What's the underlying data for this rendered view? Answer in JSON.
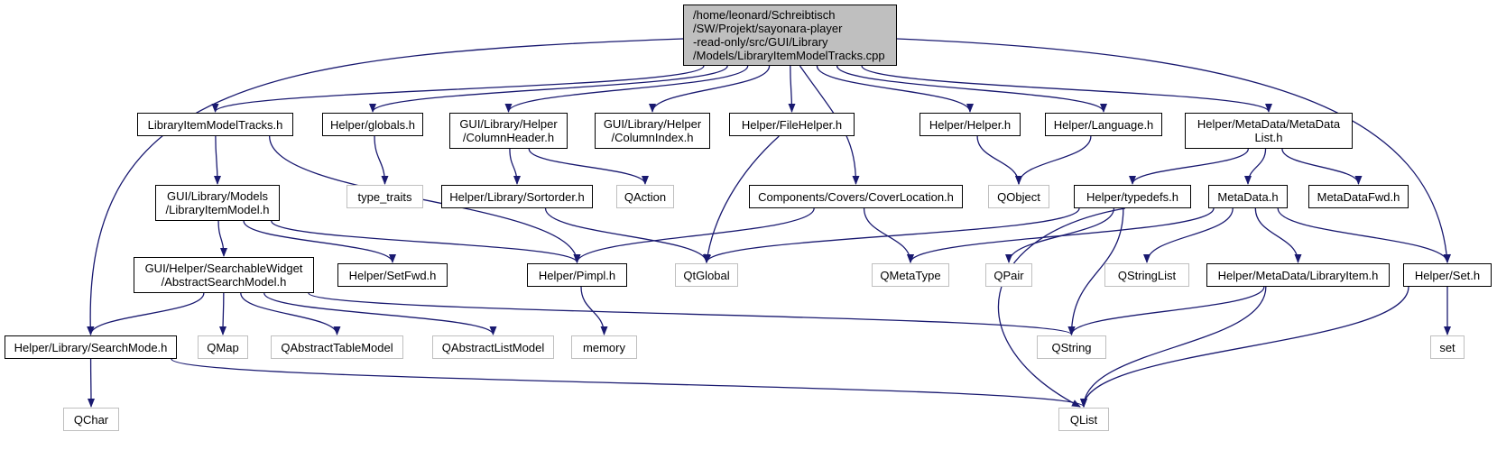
{
  "nodes": {
    "root": {
      "lines": [
        "/home/leonard/Schreibtisch",
        "/SW/Projekt/sayonara-player",
        "-read-only/src/GUI/Library",
        "/Models/LibraryItemModelTracks.cpp"
      ],
      "system": false
    },
    "litmodtracks": {
      "lines": [
        "LibraryItemModelTracks.h"
      ],
      "system": false
    },
    "globals": {
      "lines": [
        "Helper/globals.h"
      ],
      "system": false
    },
    "colheader": {
      "lines": [
        "GUI/Library/Helper",
        "/ColumnHeader.h"
      ],
      "system": false
    },
    "colindex": {
      "lines": [
        "GUI/Library/Helper",
        "/ColumnIndex.h"
      ],
      "system": false
    },
    "filehelper": {
      "lines": [
        "Helper/FileHelper.h"
      ],
      "system": false
    },
    "helper": {
      "lines": [
        "Helper/Helper.h"
      ],
      "system": false
    },
    "language": {
      "lines": [
        "Helper/Language.h"
      ],
      "system": false
    },
    "metadatalist": {
      "lines": [
        "Helper/MetaData/MetaData",
        "List.h"
      ],
      "system": false
    },
    "libitemmodel": {
      "lines": [
        "GUI/Library/Models",
        "/LibraryItemModel.h"
      ],
      "system": false
    },
    "type_traits": {
      "lines": [
        "type_traits"
      ],
      "system": true
    },
    "sortorder": {
      "lines": [
        "Helper/Library/Sortorder.h"
      ],
      "system": false
    },
    "qaction": {
      "lines": [
        "QAction"
      ],
      "system": true
    },
    "coverlocation": {
      "lines": [
        "Components/Covers/CoverLocation.h"
      ],
      "system": false
    },
    "qobject": {
      "lines": [
        "QObject"
      ],
      "system": true
    },
    "typedefs": {
      "lines": [
        "Helper/typedefs.h"
      ],
      "system": false
    },
    "metadata": {
      "lines": [
        "MetaData.h"
      ],
      "system": false
    },
    "metadatafwd": {
      "lines": [
        "MetaDataFwd.h"
      ],
      "system": false
    },
    "abstractsearch": {
      "lines": [
        "GUI/Helper/SearchableWidget",
        "/AbstractSearchModel.h"
      ],
      "system": false
    },
    "setfwd": {
      "lines": [
        "Helper/SetFwd.h"
      ],
      "system": false
    },
    "pimpl": {
      "lines": [
        "Helper/Pimpl.h"
      ],
      "system": false
    },
    "qtglobal": {
      "lines": [
        "QtGlobal"
      ],
      "system": true
    },
    "qmetatype": {
      "lines": [
        "QMetaType"
      ],
      "system": true
    },
    "qpair": {
      "lines": [
        "QPair"
      ],
      "system": true
    },
    "qstringlist": {
      "lines": [
        "QStringList"
      ],
      "system": true
    },
    "libitem": {
      "lines": [
        "Helper/MetaData/LibraryItem.h"
      ],
      "system": false
    },
    "set_h": {
      "lines": [
        "Helper/Set.h"
      ],
      "system": false
    },
    "searchmode": {
      "lines": [
        "Helper/Library/SearchMode.h"
      ],
      "system": false
    },
    "qmap": {
      "lines": [
        "QMap"
      ],
      "system": true
    },
    "qabstracttable": {
      "lines": [
        "QAbstractTableModel"
      ],
      "system": true
    },
    "qabstractlist": {
      "lines": [
        "QAbstractListModel"
      ],
      "system": true
    },
    "memory": {
      "lines": [
        "memory"
      ],
      "system": true
    },
    "qstring": {
      "lines": [
        "QString"
      ],
      "system": true
    },
    "set": {
      "lines": [
        "set"
      ],
      "system": true
    },
    "qchar": {
      "lines": [
        "QChar"
      ],
      "system": true
    },
    "qlist": {
      "lines": [
        "QList"
      ],
      "system": true
    }
  },
  "edges": [
    [
      "root",
      "litmodtracks"
    ],
    [
      "root",
      "globals"
    ],
    [
      "root",
      "colheader"
    ],
    [
      "root",
      "colindex"
    ],
    [
      "root",
      "filehelper"
    ],
    [
      "root",
      "coverlocation"
    ],
    [
      "root",
      "helper"
    ],
    [
      "root",
      "language"
    ],
    [
      "root",
      "metadatalist"
    ],
    [
      "root",
      "searchmode"
    ],
    [
      "root",
      "set_h"
    ],
    [
      "litmodtracks",
      "libitemmodel"
    ],
    [
      "litmodtracks",
      "pimpl"
    ],
    [
      "globals",
      "type_traits"
    ],
    [
      "colheader",
      "sortorder"
    ],
    [
      "colheader",
      "qaction"
    ],
    [
      "filehelper",
      "qtglobal"
    ],
    [
      "helper",
      "qobject"
    ],
    [
      "language",
      "qobject"
    ],
    [
      "metadatalist",
      "typedefs"
    ],
    [
      "metadatalist",
      "metadata"
    ],
    [
      "metadatalist",
      "metadatafwd"
    ],
    [
      "libitemmodel",
      "abstractsearch"
    ],
    [
      "libitemmodel",
      "setfwd"
    ],
    [
      "libitemmodel",
      "pimpl"
    ],
    [
      "sortorder",
      "qtglobal"
    ],
    [
      "coverlocation",
      "pimpl"
    ],
    [
      "coverlocation",
      "qmetatype"
    ],
    [
      "typedefs",
      "qtglobal"
    ],
    [
      "typedefs",
      "qpair"
    ],
    [
      "typedefs",
      "qstring"
    ],
    [
      "typedefs",
      "qlist"
    ],
    [
      "metadata",
      "qmetatype"
    ],
    [
      "metadata",
      "qstringlist"
    ],
    [
      "metadata",
      "libitem"
    ],
    [
      "metadata",
      "set_h"
    ],
    [
      "abstractsearch",
      "searchmode"
    ],
    [
      "abstractsearch",
      "qmap"
    ],
    [
      "abstractsearch",
      "qabstracttable"
    ],
    [
      "abstractsearch",
      "qabstractlist"
    ],
    [
      "abstractsearch",
      "qstring"
    ],
    [
      "pimpl",
      "memory"
    ],
    [
      "libitem",
      "qstring"
    ],
    [
      "libitem",
      "qlist"
    ],
    [
      "set_h",
      "set"
    ],
    [
      "set_h",
      "qlist"
    ],
    [
      "searchmode",
      "qchar"
    ],
    [
      "searchmode",
      "qlist"
    ]
  ],
  "colors": {
    "edge": "#191970",
    "root_fill": "#bfbfbf",
    "system_border": "#bfbfbf",
    "node_border": "#000000"
  }
}
